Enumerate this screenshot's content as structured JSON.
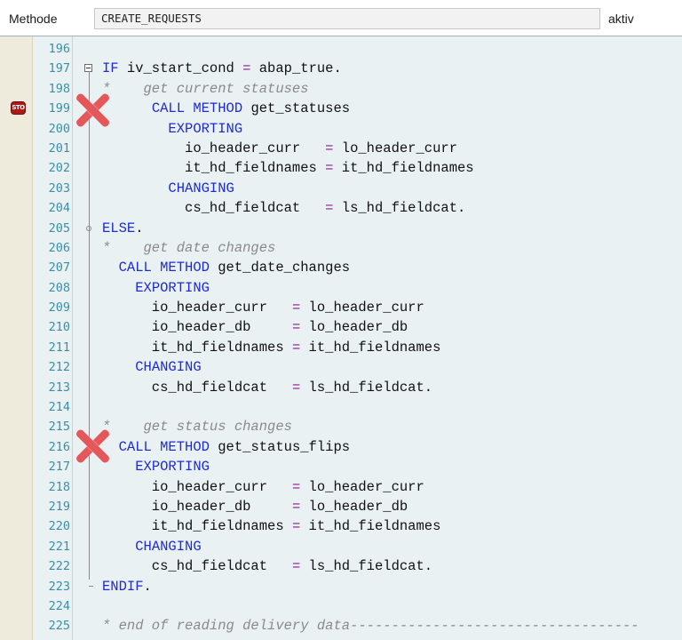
{
  "header": {
    "label": "Methode",
    "method_name": "CREATE_REQUESTS",
    "status": "aktiv"
  },
  "icons": {
    "breakpoint": "session-breakpoint-icon",
    "breakpoint_text": "STO",
    "remove_marker": "red-x-icon"
  },
  "colors": {
    "keyword": "#1d2bd6",
    "comment": "#8a8a8a",
    "operator": "#8c1c8c",
    "line_number": "#3a8ea8",
    "remove_marker": "#e4575a"
  },
  "editor": {
    "lines": [
      {
        "num": "196",
        "tokens": []
      },
      {
        "num": "197",
        "tokens": [
          [
            "kw",
            "IF "
          ],
          [
            "text",
            "iv_start_cond "
          ],
          [
            "op",
            "="
          ],
          [
            "text",
            " abap_true."
          ]
        ]
      },
      {
        "num": "198",
        "tokens": [
          [
            "comment",
            "*    get current statuses"
          ]
        ]
      },
      {
        "num": "199",
        "tokens": [
          [
            "text",
            "      "
          ],
          [
            "kw",
            "CALL METHOD "
          ],
          [
            "text",
            "get_statuses"
          ]
        ]
      },
      {
        "num": "200",
        "tokens": [
          [
            "text",
            "        "
          ],
          [
            "kw",
            "EXPORTING"
          ]
        ]
      },
      {
        "num": "201",
        "tokens": [
          [
            "text",
            "          io_header_curr   "
          ],
          [
            "op",
            "="
          ],
          [
            "text",
            " lo_header_curr"
          ]
        ]
      },
      {
        "num": "202",
        "tokens": [
          [
            "text",
            "          it_hd_fieldnames "
          ],
          [
            "op",
            "="
          ],
          [
            "text",
            " it_hd_fieldnames"
          ]
        ]
      },
      {
        "num": "203",
        "tokens": [
          [
            "text",
            "        "
          ],
          [
            "kw",
            "CHANGING"
          ]
        ]
      },
      {
        "num": "204",
        "tokens": [
          [
            "text",
            "          cs_hd_fieldcat   "
          ],
          [
            "op",
            "="
          ],
          [
            "text",
            " ls_hd_fieldcat."
          ]
        ]
      },
      {
        "num": "205",
        "tokens": [
          [
            "kw",
            "ELSE"
          ],
          [
            "text",
            "."
          ]
        ]
      },
      {
        "num": "206",
        "tokens": [
          [
            "comment",
            "*    get date changes"
          ]
        ]
      },
      {
        "num": "207",
        "tokens": [
          [
            "text",
            "  "
          ],
          [
            "kw",
            "CALL METHOD "
          ],
          [
            "text",
            "get_date_changes"
          ]
        ]
      },
      {
        "num": "208",
        "tokens": [
          [
            "text",
            "    "
          ],
          [
            "kw",
            "EXPORTING"
          ]
        ]
      },
      {
        "num": "209",
        "tokens": [
          [
            "text",
            "      io_header_curr   "
          ],
          [
            "op",
            "="
          ],
          [
            "text",
            " lo_header_curr"
          ]
        ]
      },
      {
        "num": "210",
        "tokens": [
          [
            "text",
            "      io_header_db     "
          ],
          [
            "op",
            "="
          ],
          [
            "text",
            " lo_header_db"
          ]
        ]
      },
      {
        "num": "211",
        "tokens": [
          [
            "text",
            "      it_hd_fieldnames "
          ],
          [
            "op",
            "="
          ],
          [
            "text",
            " it_hd_fieldnames"
          ]
        ]
      },
      {
        "num": "212",
        "tokens": [
          [
            "text",
            "    "
          ],
          [
            "kw",
            "CHANGING"
          ]
        ]
      },
      {
        "num": "213",
        "tokens": [
          [
            "text",
            "      cs_hd_fieldcat   "
          ],
          [
            "op",
            "="
          ],
          [
            "text",
            " ls_hd_fieldcat."
          ]
        ]
      },
      {
        "num": "214",
        "tokens": []
      },
      {
        "num": "215",
        "tokens": [
          [
            "comment",
            "*    get status changes"
          ]
        ]
      },
      {
        "num": "216",
        "tokens": [
          [
            "text",
            "  "
          ],
          [
            "kw",
            "CALL METHOD "
          ],
          [
            "text",
            "get_status_flips"
          ]
        ]
      },
      {
        "num": "217",
        "tokens": [
          [
            "text",
            "    "
          ],
          [
            "kw",
            "EXPORTING"
          ]
        ]
      },
      {
        "num": "218",
        "tokens": [
          [
            "text",
            "      io_header_curr   "
          ],
          [
            "op",
            "="
          ],
          [
            "text",
            " lo_header_curr"
          ]
        ]
      },
      {
        "num": "219",
        "tokens": [
          [
            "text",
            "      io_header_db     "
          ],
          [
            "op",
            "="
          ],
          [
            "text",
            " lo_header_db"
          ]
        ]
      },
      {
        "num": "220",
        "tokens": [
          [
            "text",
            "      it_hd_fieldnames "
          ],
          [
            "op",
            "="
          ],
          [
            "text",
            " it_hd_fieldnames"
          ]
        ]
      },
      {
        "num": "221",
        "tokens": [
          [
            "text",
            "    "
          ],
          [
            "kw",
            "CHANGING"
          ]
        ]
      },
      {
        "num": "222",
        "tokens": [
          [
            "text",
            "      cs_hd_fieldcat   "
          ],
          [
            "op",
            "="
          ],
          [
            "text",
            " ls_hd_fieldcat."
          ]
        ]
      },
      {
        "num": "223",
        "tokens": [
          [
            "kw",
            "ENDIF"
          ],
          [
            "text",
            "."
          ]
        ]
      },
      {
        "num": "224",
        "tokens": []
      },
      {
        "num": "225",
        "tokens": [
          [
            "comment",
            "* end of reading delivery data-----------------------------------"
          ]
        ]
      }
    ]
  }
}
